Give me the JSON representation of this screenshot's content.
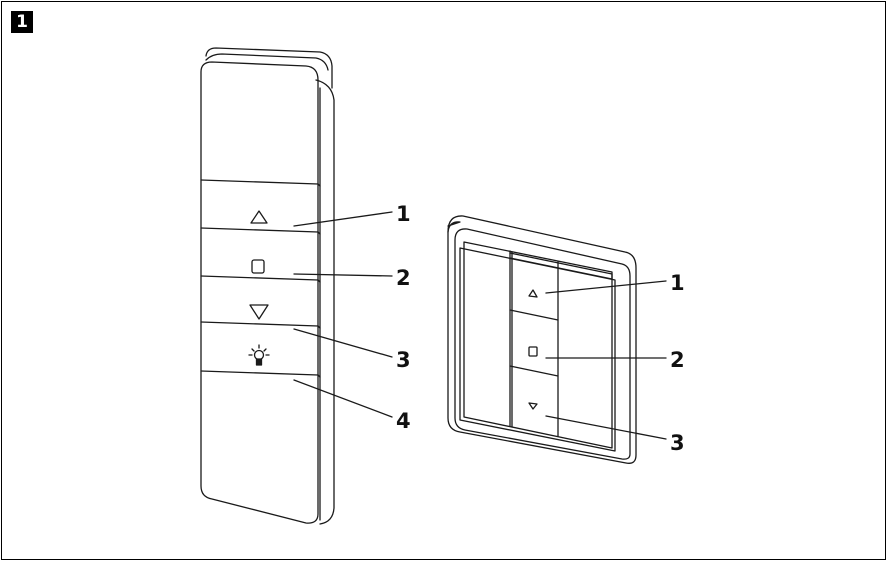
{
  "figure": {
    "badge": "1"
  },
  "handheld_remote": {
    "callouts": [
      "1",
      "2",
      "3",
      "4"
    ],
    "buttons": [
      {
        "name": "up-button",
        "icon": "triangle-up-icon"
      },
      {
        "name": "stop-button",
        "icon": "square-icon"
      },
      {
        "name": "down-button",
        "icon": "triangle-down-icon"
      },
      {
        "name": "light-button",
        "icon": "light-bulb-icon"
      }
    ]
  },
  "wall_switch": {
    "callouts": [
      "1",
      "2",
      "3"
    ],
    "buttons": [
      {
        "name": "up-button",
        "icon": "triangle-up-icon"
      },
      {
        "name": "stop-button",
        "icon": "square-icon"
      },
      {
        "name": "down-button",
        "icon": "triangle-down-icon"
      }
    ]
  },
  "colors": {
    "stroke": "#1a1a1a",
    "background": "#ffffff"
  }
}
